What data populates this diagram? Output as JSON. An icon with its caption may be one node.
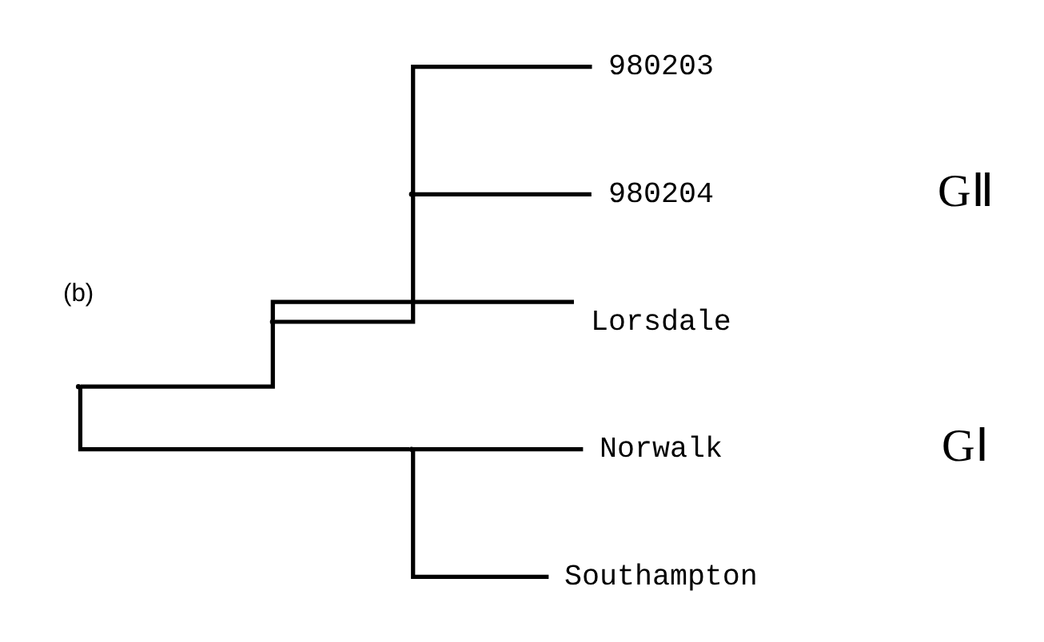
{
  "diagram": {
    "nodes": [
      {
        "text": [],
        "shape": "point"
      },
      {
        "text": [],
        "shape": "point"
      },
      {
        "text": [],
        "shape": "point"
      },
      {
        "text": [
          "980203"
        ]
      },
      {
        "text": [
          "980204"
        ]
      },
      {
        "text": [
          "Lorsdale"
        ]
      },
      {
        "text": [],
        "shape": "point"
      },
      {
        "text": [
          "Norwalk"
        ]
      },
      {
        "text": [
          "Southampton"
        ]
      }
    ],
    "edges": [
      {
        "from": 0,
        "to": 1,
        "arrow": "none"
      },
      {
        "from": 1,
        "to": 2,
        "arrow": "none"
      },
      {
        "from": 2,
        "to": 3,
        "arrow": "none"
      },
      {
        "from": 2,
        "to": 4,
        "arrow": "none"
      },
      {
        "from": 1,
        "to": 5,
        "arrow": "none"
      },
      {
        "from": 0,
        "to": 6,
        "arrow": "none"
      },
      {
        "from": 6,
        "to": 7,
        "arrow": "none"
      },
      {
        "from": 6,
        "to": 8,
        "arrow": "none"
      }
    ],
    "labels": [
      "(b)",
      "GⅡ",
      "GⅠ"
    ]
  }
}
